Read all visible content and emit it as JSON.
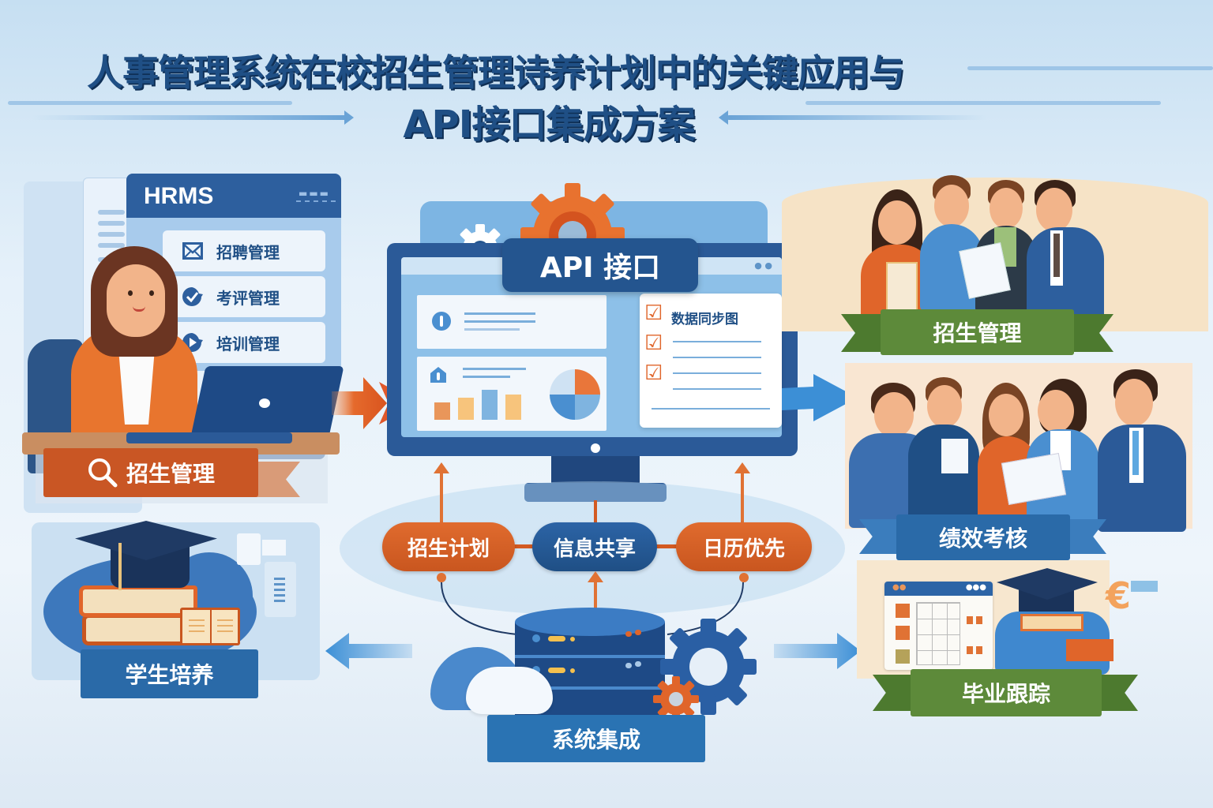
{
  "title": {
    "line1": "人事管理系统在校招生管理诗养计划中的关键应用与",
    "line2": "API接口集成方案"
  },
  "hrms": {
    "title": "HRMS",
    "items": [
      {
        "icon": "mail-icon",
        "label": "招聘管理"
      },
      {
        "icon": "check-circle-icon",
        "label": "考评管理"
      },
      {
        "icon": "play-circle-icon",
        "label": "培训管理"
      }
    ]
  },
  "left_top_ribbon": {
    "icon": "search-icon",
    "label": "招生管理"
  },
  "center": {
    "api_badge": "API 接口",
    "doc_title": "数据同步图",
    "chart": {
      "type": "bar",
      "bars": [
        {
          "height": 26,
          "color": "#e9965a"
        },
        {
          "height": 36,
          "color": "#f7c47c"
        },
        {
          "height": 50,
          "color": "#7fb4e0"
        },
        {
          "height": 40,
          "color": "#f7c47c"
        }
      ],
      "pie_colors": [
        "#e9763a",
        "#7fb4e0",
        "#4a8fd0",
        "#cfe2f3"
      ]
    }
  },
  "nodes": [
    {
      "label": "招生计划",
      "color": "#d9622a"
    },
    {
      "label": "信息共享",
      "color": "#24558f"
    },
    {
      "label": "日历优先",
      "color": "#e07234"
    }
  ],
  "server_ribbon": "系统集成",
  "left_bottom_ribbon": "学生培养",
  "right": {
    "ribbon1": "招生管理",
    "ribbon2": "绩效考核",
    "ribbon3": "毕业跟踪"
  },
  "colors": {
    "primary_blue": "#1f4f85",
    "orange": "#d9622a",
    "green": "#5d8a3a",
    "light_blue": "#7db5e3"
  }
}
